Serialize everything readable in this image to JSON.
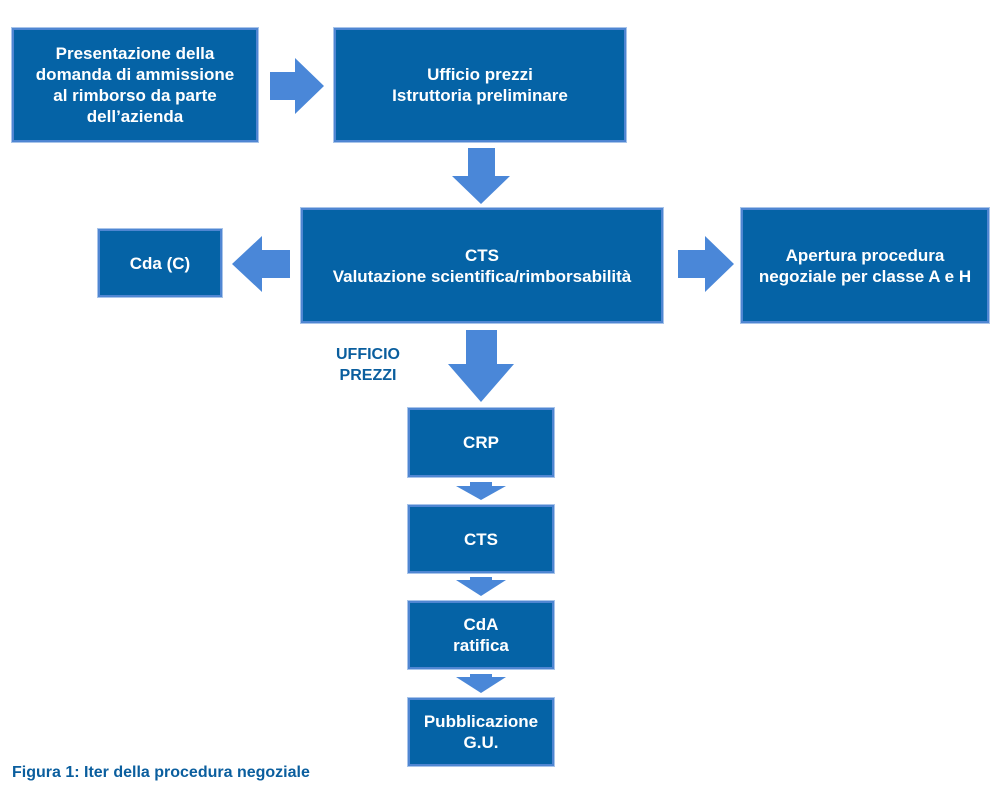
{
  "colors": {
    "box_fill": "#0563a6",
    "box_border": "#4f86d2",
    "arrow": "#4a87d8",
    "label_text": "#0a5e9e"
  },
  "boxes": {
    "domanda": "Presentazione della\ndomanda di ammissione\nal rimborso da parte\ndell’azienda",
    "ufficio": "Ufficio prezzi\nIstruttoria preliminare",
    "cts_main": "CTS\nValutazione scientifica/rimborsabilità",
    "cda_c": "Cda (C)",
    "apertura": "Apertura procedura\nnegoziale per classe A e H",
    "crp": "CRP",
    "cts": "CTS",
    "cda_ratifica": "CdA\nratifica",
    "pubblicazione": "Pubblicazione\nG.U."
  },
  "label_ufficio_prezzi": "UFFICIO\nPREZZI",
  "caption": "Figura 1: Iter della procedura negoziale"
}
